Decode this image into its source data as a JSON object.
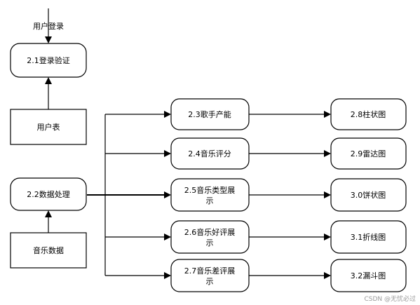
{
  "entry_label": "用户登录",
  "nodes": {
    "login": "2.1登录验证",
    "user_table": "用户表",
    "data_proc": "2.2数据处理",
    "music_data": "音乐数据",
    "singer": "2.3歌手产能",
    "rating": "2.4音乐评分",
    "type_show": [
      "2.5音乐类型展",
      "示"
    ],
    "good_show": [
      "2.6音乐好评展",
      "示"
    ],
    "bad_show": [
      "2.7音乐差评展",
      "示"
    ],
    "bar": "2.8柱状图",
    "radar": "2.9雷达图",
    "pie": "3.0饼状图",
    "line_chart": "3.1折线图",
    "funnel": "3.2漏斗图"
  },
  "watermark": "CSDN @无忧必过"
}
